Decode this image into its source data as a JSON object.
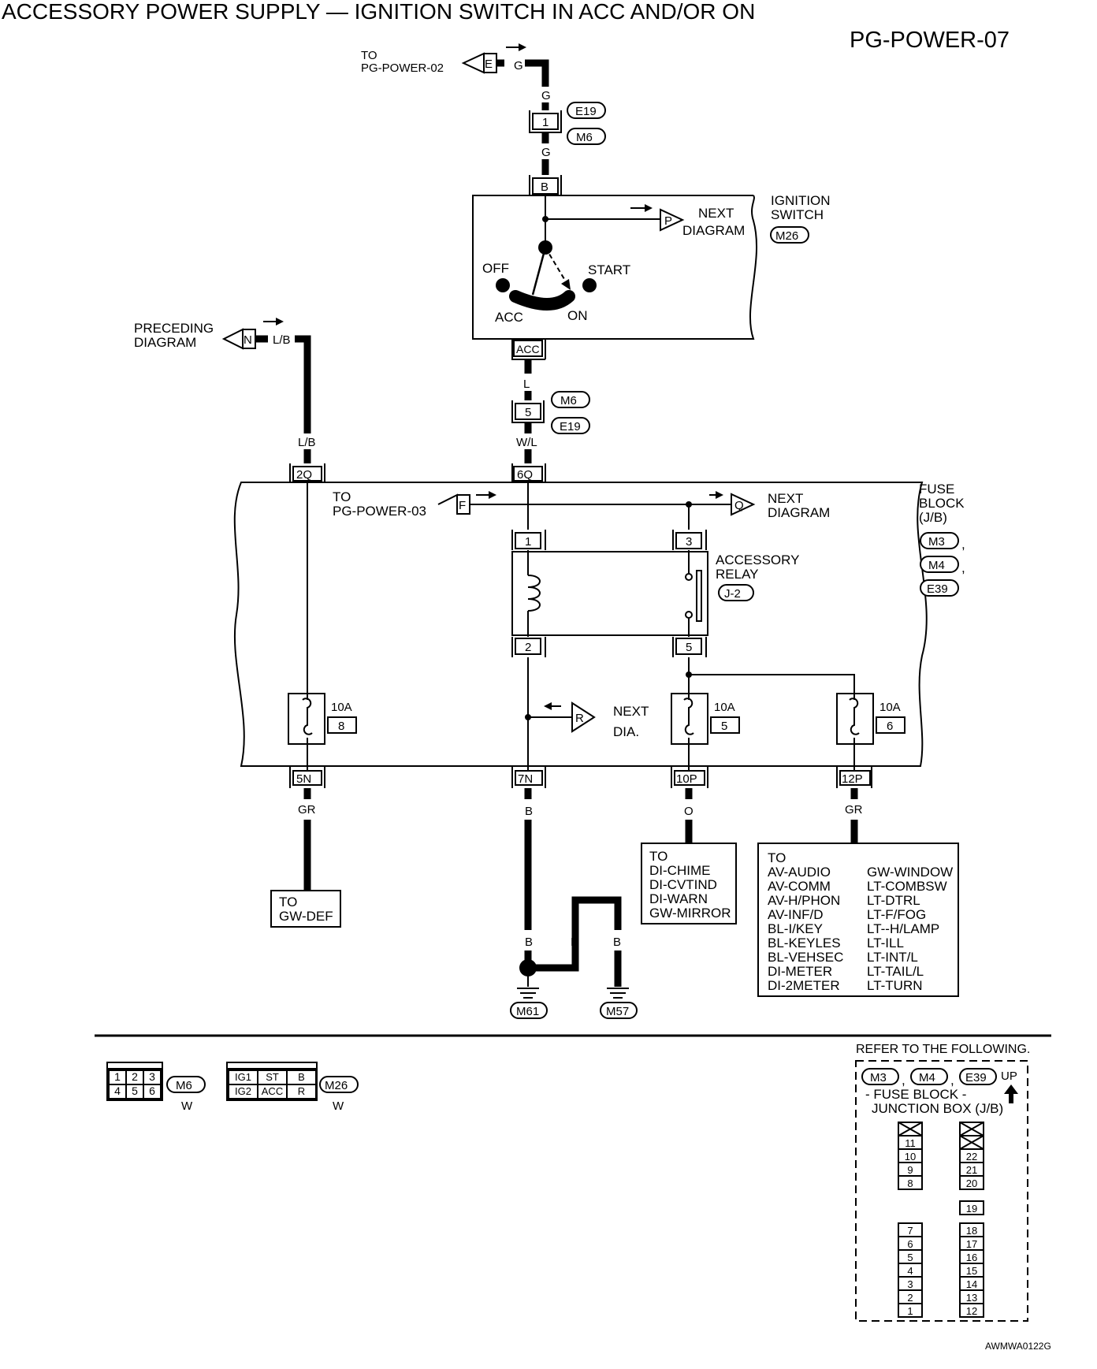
{
  "header": {
    "title": "ACCESSORY POWER SUPPLY — IGNITION SWITCH IN ACC AND/OR ON",
    "page_code": "PG-POWER-07"
  },
  "top": {
    "to_label": "TO",
    "to_target": "PG-POWER-02",
    "flag": "E",
    "wire_g1": "G",
    "wire_g2": "G",
    "wire_g3": "G",
    "pin_1": "1",
    "conn_e19": "E19",
    "conn_m6": "M6"
  },
  "ignition_switch": {
    "label_1": "IGNITION",
    "label_2": "SWITCH",
    "connector": "M26",
    "terminal_b": "B",
    "terminal_acc": "ACC",
    "pos_off": "OFF",
    "pos_acc": "ACC",
    "pos_on": "ON",
    "pos_start": "START",
    "next_flag": "P",
    "next_1": "NEXT",
    "next_2": "DIAGRAM"
  },
  "mid": {
    "wire_l": "L",
    "pin_5": "5",
    "conn_m6": "M6",
    "conn_e19": "E19",
    "wire_wl": "W/L",
    "preceding_1": "PRECEDING",
    "preceding_2": "DIAGRAM",
    "flag_n": "N",
    "wire_lb1": "L/B",
    "wire_lb2": "L/B"
  },
  "fuse_block": {
    "label_1": "FUSE",
    "label_2": "BLOCK",
    "label_3": "(J/B)",
    "conn_m3": "M3",
    "conn_m4": "M4",
    "conn_e39": "E39",
    "comma_1": ",",
    "comma_2": ",",
    "term_2q": "2Q",
    "term_6q": "6Q",
    "to_label": "TO",
    "to_target": "PG-POWER-03",
    "flag_f": "F",
    "flag_q": "Q",
    "next_q_1": "NEXT",
    "next_q_2": "DIAGRAM",
    "relay_label_1": "ACCESSORY",
    "relay_label_2": "RELAY",
    "relay_conn": "J-2",
    "relay_pin_1": "1",
    "relay_pin_2": "2",
    "relay_pin_3": "3",
    "relay_pin_5": "5",
    "fuse_8_amp": "10A",
    "fuse_8_num": "8",
    "fuse_5_amp": "10A",
    "fuse_5_num": "5",
    "fuse_6_amp": "10A",
    "fuse_6_num": "6",
    "flag_r": "R",
    "next_r_1": "NEXT",
    "next_r_2": "DIA.",
    "term_5n": "5N",
    "term_7n": "7N",
    "term_10p": "10P",
    "term_12p": "12P"
  },
  "bottom": {
    "wire_gr1": "GR",
    "wire_b1": "B",
    "wire_o": "O",
    "wire_gr2": "GR",
    "gwdef_1": "TO",
    "gwdef_2": "GW-DEF",
    "di_box": [
      "TO",
      "DI-CHIME",
      "DI-CVTIND",
      "DI-WARN",
      "GW-MIRROR"
    ],
    "av_to": "TO",
    "av_left": [
      "AV-AUDIO",
      "AV-COMM",
      "AV-H/PHON",
      "AV-INF/D",
      "BL-I/KEY",
      "BL-KEYLES",
      "BL-VEHSEC",
      "DI-METER",
      "DI-2METER"
    ],
    "av_right": [
      "GW-WINDOW",
      "LT-COMBSW",
      "LT-DTRL",
      "LT-F/FOG",
      "LT--H/LAMP",
      "LT-ILL",
      "LT-INT/L",
      "LT-TAIL/L",
      "LT-TURN"
    ],
    "ground_b1": "B",
    "ground_b2": "B",
    "ground_b3": "B",
    "ground_m61": "M61",
    "ground_m57": "M57"
  },
  "legend": {
    "m6_cells": [
      "1",
      "2",
      "3",
      "4",
      "5",
      "6"
    ],
    "m6_conn": "M6",
    "m6_color": "W",
    "m26_cells": [
      "IG1",
      "ST",
      "B",
      "IG2",
      "ACC",
      "R"
    ],
    "m26_conn": "M26",
    "m26_color": "W",
    "refer_title": "REFER TO THE FOLLOWING.",
    "ref_m3": "M3",
    "ref_m4": "M4",
    "ref_e39": "E39",
    "ref_comma_1": ",",
    "ref_comma_2": ",",
    "up": "UP",
    "jb_1": "- FUSE BLOCK -",
    "jb_2": "JUNCTION BOX (J/B)",
    "col1_top": [
      "11",
      "10",
      "9",
      "8"
    ],
    "col2_top": [
      "22",
      "21",
      "20"
    ],
    "col2_single": "19",
    "col1_bottom": [
      "7",
      "6",
      "5",
      "4",
      "3",
      "2",
      "1"
    ],
    "col2_bottom": [
      "18",
      "17",
      "16",
      "15",
      "14",
      "13",
      "12"
    ],
    "code": "AWMWA0122G"
  }
}
